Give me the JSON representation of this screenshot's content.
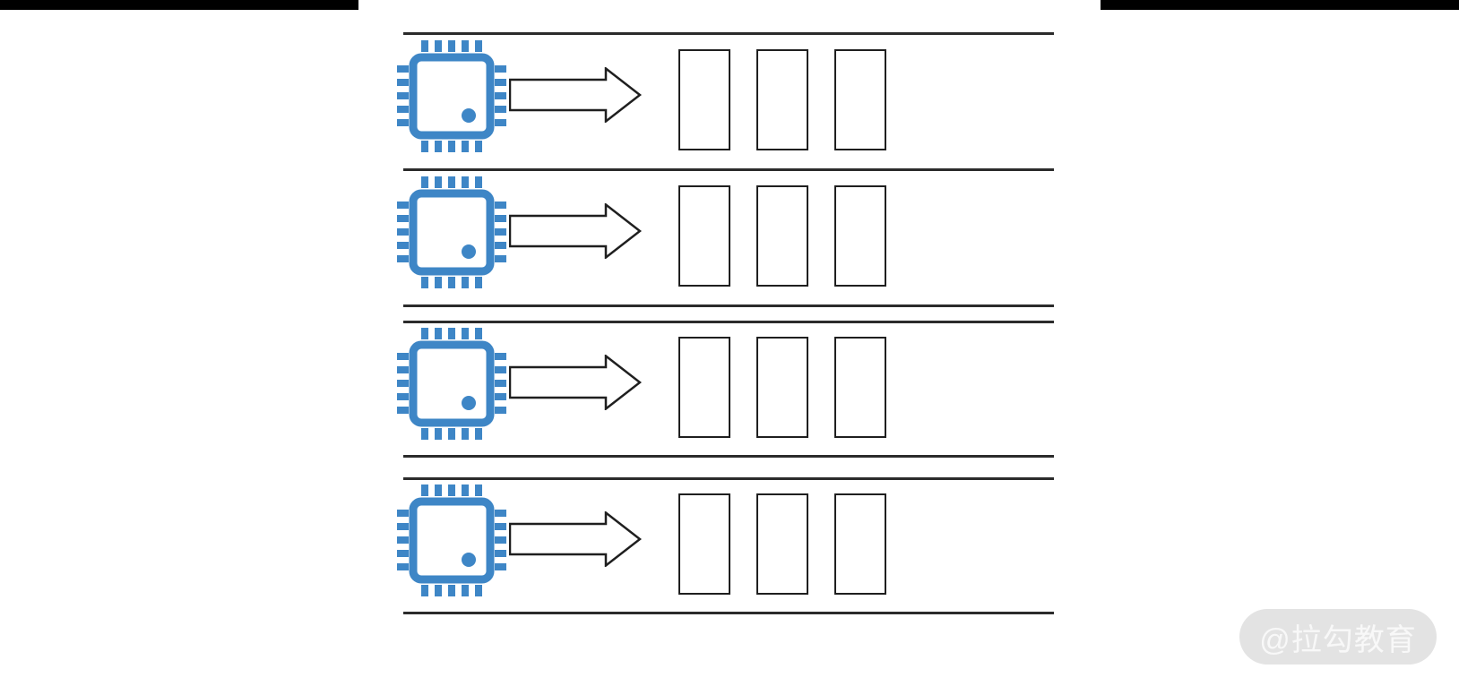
{
  "page": {
    "background": "#ffffff",
    "kind": "diagram video frame with letterbox bars"
  },
  "colors": {
    "chip_blue": "#3e86c6",
    "separator_line": "#2b2b2b",
    "shape_outline": "#1f1f1f",
    "shape_fill": "#ffffff",
    "letterbox_bar": "#000000",
    "watermark_bg": "#e3e3e3",
    "watermark_text": "#f8f8f8"
  },
  "watermark": {
    "text": "@拉勾教育"
  },
  "diagram": {
    "description": "Four stacked lanes; each lane shows a CPU chip icon pointing with an arrow to a queue of three empty slots",
    "separator_line_count": 7,
    "rows": [
      {
        "icon": "cpu-chip-icon",
        "arrow": "right-arrow-icon",
        "slot_count": 3
      },
      {
        "icon": "cpu-chip-icon",
        "arrow": "right-arrow-icon",
        "slot_count": 3
      },
      {
        "icon": "cpu-chip-icon",
        "arrow": "right-arrow-icon",
        "slot_count": 3
      },
      {
        "icon": "cpu-chip-icon",
        "arrow": "right-arrow-icon",
        "slot_count": 3
      }
    ]
  }
}
